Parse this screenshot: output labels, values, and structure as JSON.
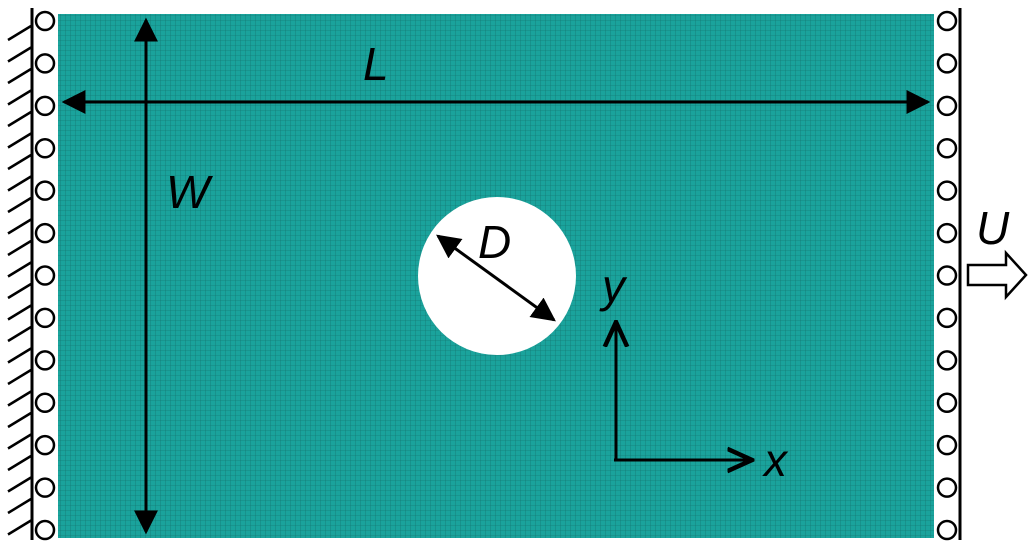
{
  "diagram": {
    "labels": {
      "length": "L",
      "width": "W",
      "diameter": "D",
      "displacement": "U",
      "x_axis": "x",
      "y_axis": "y"
    },
    "colors": {
      "plate": "#1aa39c",
      "mesh": "#0d3d3a",
      "hole": "#ffffff",
      "ink": "#000000"
    },
    "left_support_rollers": 13,
    "right_support_rollers": 13
  }
}
